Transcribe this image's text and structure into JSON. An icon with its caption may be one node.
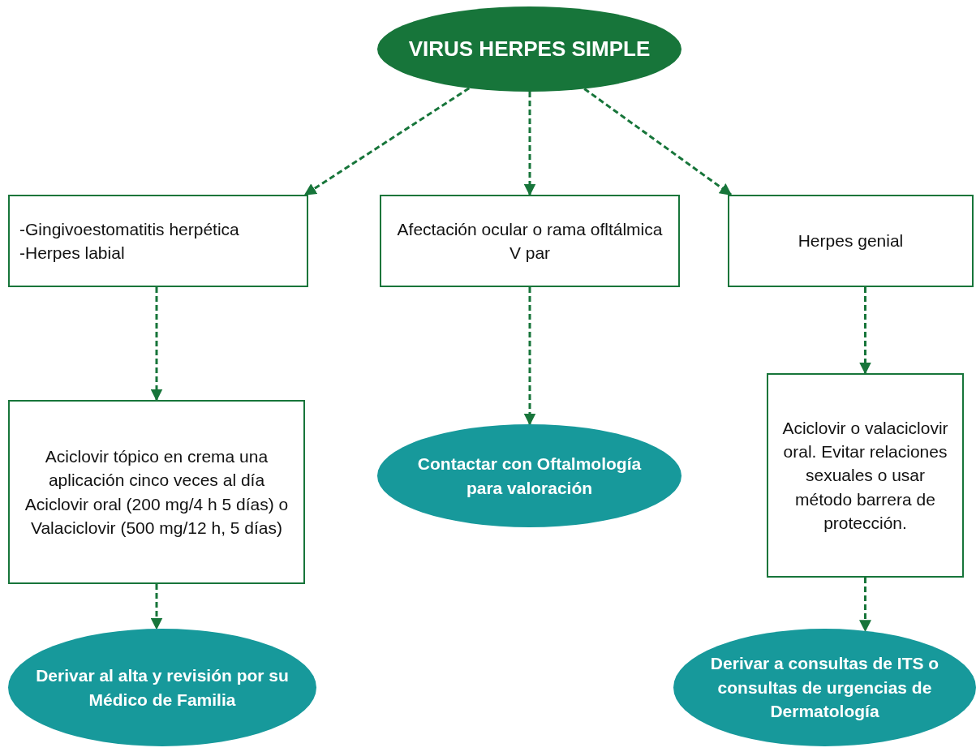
{
  "diagram": {
    "nodes": [
      {
        "text": [
          "VIRUS HERPES SIMPLE"
        ]
      },
      {
        "text": [
          "-Gingivoestomatitis herpética",
          "-Herpes labial"
        ]
      },
      {
        "text": [
          "Afectación ocular o rama ofltálmica V par"
        ]
      },
      {
        "text": [
          "Herpes genial"
        ]
      },
      {
        "text": [
          "Aciclovir tópico en crema una aplicación cinco veces al día",
          "Aciclovir oral (200 mg/4 h 5 días) o Valaciclovir (500 mg/12 h, 5 días)"
        ]
      },
      {
        "text": [
          "Contactar con Oftalmología para valoración"
        ]
      },
      {
        "text": [
          "Aciclovir o valaciclovir oral. Evitar relaciones sexuales o usar método barrera de protección."
        ]
      },
      {
        "text": [
          "Derivar al alta y revisión por su Médico de Familia"
        ]
      },
      {
        "text": [
          "Derivar a consultas de ITS o consultas de urgencias de Dermatología"
        ]
      }
    ],
    "edges": [
      {
        "from": 0,
        "to": 1,
        "arrow": "to",
        "style": "dashed"
      },
      {
        "from": 0,
        "to": 2,
        "arrow": "to",
        "style": "dashed"
      },
      {
        "from": 0,
        "to": 3,
        "arrow": "to",
        "style": "dashed"
      },
      {
        "from": 1,
        "to": 4,
        "arrow": "to",
        "style": "dashed"
      },
      {
        "from": 2,
        "to": 5,
        "arrow": "to",
        "style": "dashed"
      },
      {
        "from": 3,
        "to": 6,
        "arrow": "to",
        "style": "dashed"
      },
      {
        "from": 4,
        "to": 7,
        "arrow": "to",
        "style": "dashed"
      },
      {
        "from": 6,
        "to": 8,
        "arrow": "to",
        "style": "dashed"
      }
    ]
  }
}
